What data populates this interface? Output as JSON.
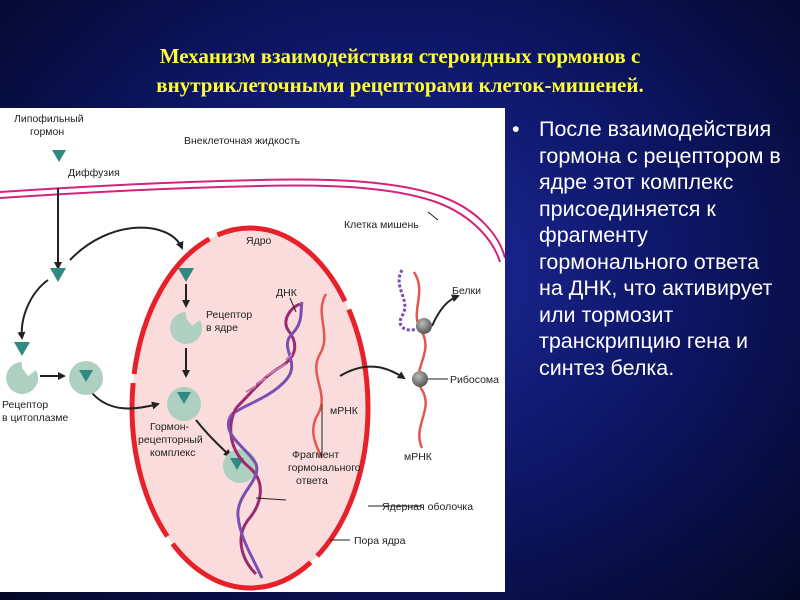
{
  "title": {
    "line1": "Механизм взаимодействия стероидных гормонов с",
    "line2": "внутриклеточными рецепторами клеток-мишеней."
  },
  "bullet": {
    "marker": "•",
    "text": "После взаимодействия гормона с рецептором в ядре этот комплекс присоединяется к фрагменту гормонального ответа на ДНК, что активирует или тормозит транскрипцию гена и синтез белка."
  },
  "diagram": {
    "labels": {
      "lipophilic_1": "Липофильный",
      "lipophilic_2": "гормон",
      "diffusion": "Диффузия",
      "extracellular": "Внеклеточная жидкость",
      "target_cell": "Клетка мишень",
      "nucleus": "Ядро",
      "receptor_nucleus_1": "Рецептор",
      "receptor_nucleus_2": "в ядре",
      "dna": "ДНК",
      "proteins": "Белки",
      "ribosome": "Рибосома",
      "mrna_1": "мРНК",
      "mrna_2": "мРНК",
      "receptor_cyto_1": "Рецептор",
      "receptor_cyto_2": "в цитоплазме",
      "complex_1": "Гормон-",
      "complex_2": "рецепторный",
      "complex_3": "комплекс",
      "fragment_1": "Фрагмент",
      "fragment_2": "гормонального",
      "fragment_3": "ответа",
      "nuclear_envelope": "Ядерная оболочка",
      "nuclear_pore": "Пора ядра"
    },
    "colors": {
      "membrane": "#d4237a",
      "nucleus_envelope": "#e8202a",
      "nucleus_fill": "#fbdcdc",
      "hormone": "#2f8a82",
      "receptor": "#aed0c0",
      "dna_strand_a": "#9b2a6e",
      "dna_strand_b": "#7a4fb0",
      "mrna": "#e4564e",
      "ribosome": "#6a6a6a"
    }
  }
}
